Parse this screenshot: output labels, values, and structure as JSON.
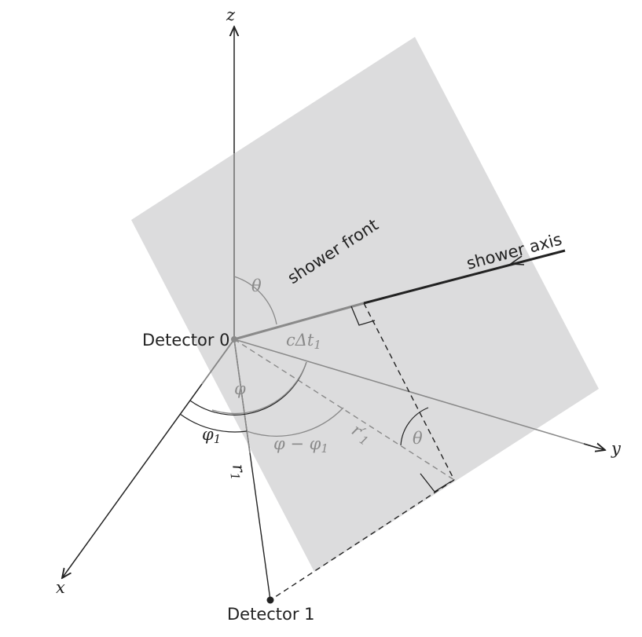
{
  "axes": {
    "z_label": "z",
    "y_label": "y",
    "x_label": "x"
  },
  "labels": {
    "shower_front": "shower front",
    "shower_axis": "shower axis",
    "detector_0": "Detector 0",
    "detector_1": "Detector 1",
    "theta_top": "θ",
    "theta_bottom": "θ",
    "c_delta_t1": "cΔt",
    "c_delta_t1_sub": "1",
    "phi": "φ",
    "phi1": "φ",
    "phi1_sub": "1",
    "phi_minus_phi1": "φ − φ",
    "phi_minus_phi1_sub": "1",
    "r1_prime": "r′",
    "r1_prime_sub": "1",
    "r1": "r",
    "r1_sub": "1"
  },
  "colors": {
    "plane": "#dcdcdd",
    "axis": "#222222",
    "gray": "#8a8a8a",
    "background": "#ffffff"
  }
}
